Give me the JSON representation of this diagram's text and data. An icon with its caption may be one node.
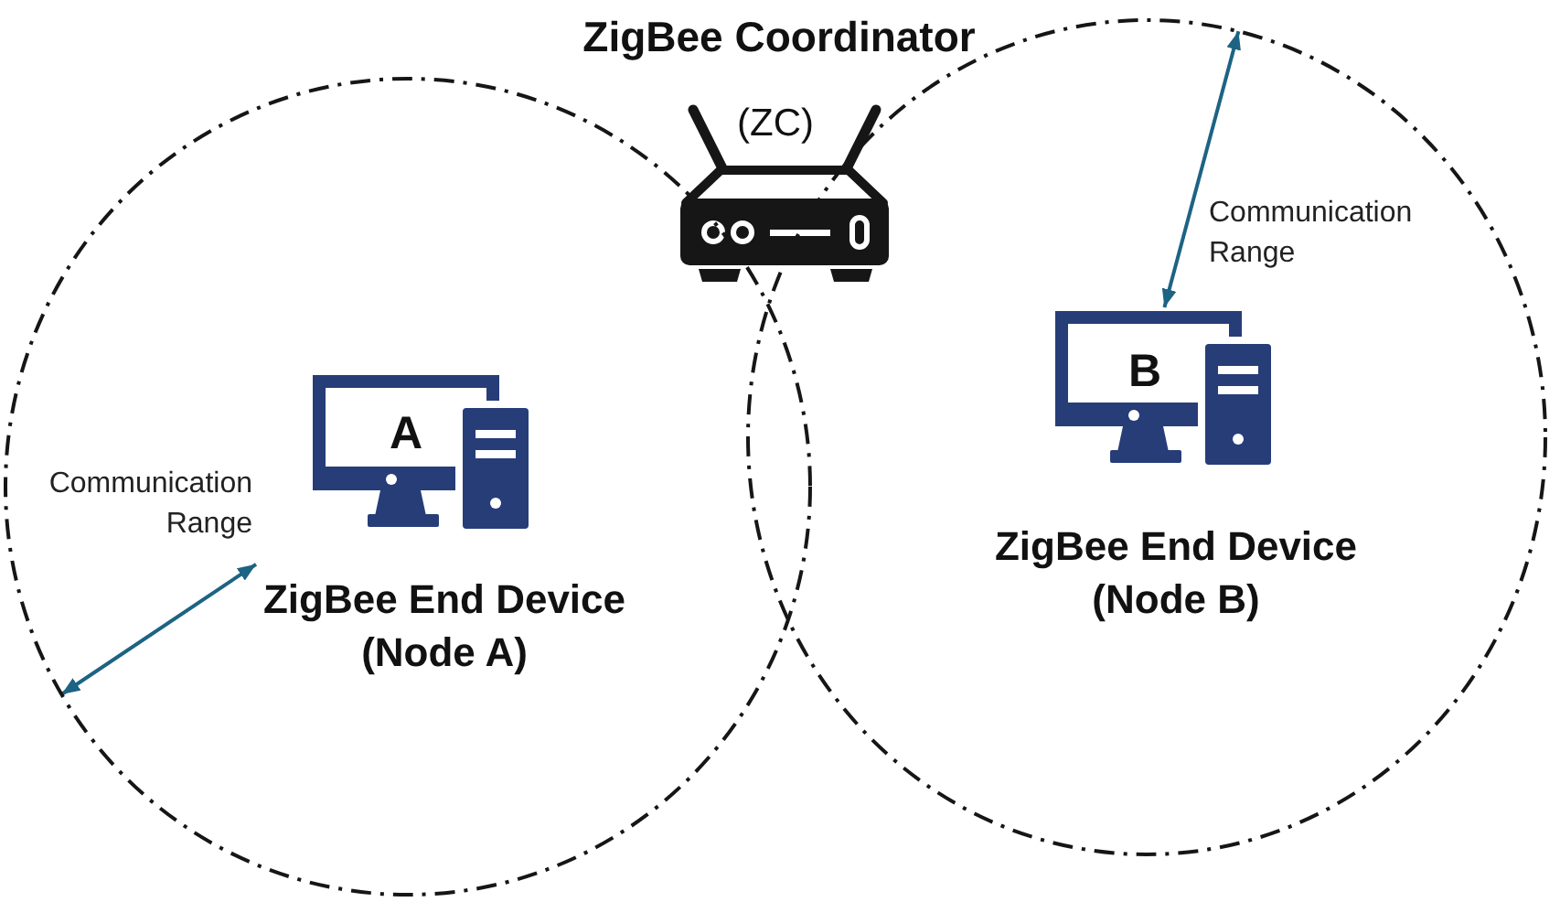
{
  "diagram": {
    "nodes": [
      {
        "text": [
          "ZigBee Coordinator",
          "(ZC)"
        ]
      },
      {
        "text": [],
        "shape": "circle"
      },
      {
        "text": [
          "A",
          "ZigBee End Device (Node A)"
        ],
        "in": 1
      },
      {
        "text": [],
        "shape": "circle"
      },
      {
        "text": [
          "B",
          "ZigBee End Device (Node B)"
        ],
        "in": 3
      }
    ],
    "edges": [
      {
        "from": 2,
        "to": 1,
        "arrow": "both",
        "label": "Communication Range"
      },
      {
        "from": 4,
        "to": 3,
        "arrow": "both",
        "label": "Communication Range"
      }
    ]
  }
}
